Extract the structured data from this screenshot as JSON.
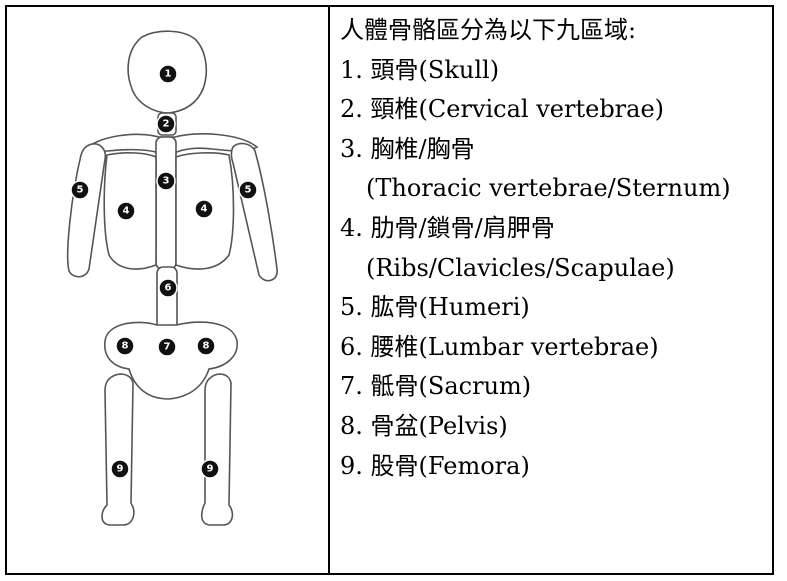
{
  "header": "人體骨骼區分為以下九區域:",
  "regions": [
    {
      "number": "1.",
      "label": "頭骨(Skull)"
    },
    {
      "number": "2.",
      "label": "頸椎(Cervical vertebrae)"
    },
    {
      "number": "3.",
      "label": "胸椎/胸骨",
      "sub": "(Thoracic vertebrae/Sternum)"
    },
    {
      "number": "4.",
      "label": "肋骨/鎖骨/肩胛骨",
      "sub": "(Ribs/Clavicles/Scapulae)"
    },
    {
      "number": "5.",
      "label": "肱骨(Humeri)"
    },
    {
      "number": "6.",
      "label": "腰椎(Lumbar vertebrae)"
    },
    {
      "number": "7.",
      "label": "骶骨(Sacrum)"
    },
    {
      "number": "8.",
      "label": "骨盆(Pelvis)"
    },
    {
      "number": "9.",
      "label": "股骨(Femora)"
    }
  ],
  "markers": {
    "skull": "1",
    "neck": "2",
    "spine": "3",
    "ribs_left": "4",
    "ribs_right": "4",
    "arm_left": "5",
    "arm_right": "5",
    "lumbar": "6",
    "sacrum": "7",
    "pelvis_left": "8",
    "pelvis_right": "8",
    "femur_left": "9",
    "femur_right": "9"
  }
}
